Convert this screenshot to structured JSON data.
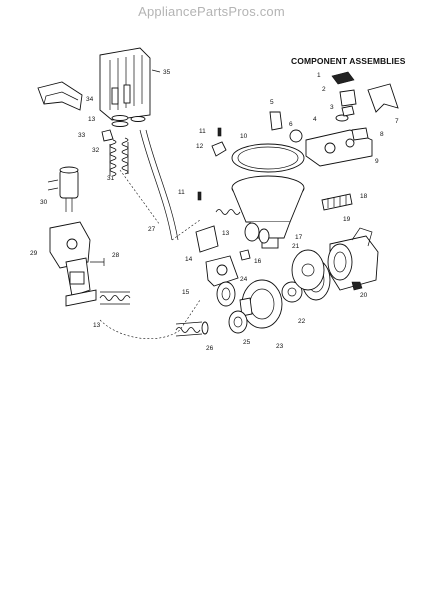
{
  "watermark": "AppliancePartsPros.com",
  "heading": "COMPONENT ASSEMBLIES",
  "callouts": {
    "c1": "1",
    "c2": "2",
    "c3": "3",
    "c4": "4",
    "c5": "5",
    "c6": "6",
    "c7": "7",
    "c8": "8",
    "c9": "9",
    "c10": "10",
    "c11a": "11",
    "c11b": "11",
    "c12": "12",
    "c13a": "13",
    "c13b": "13",
    "c13c": "13",
    "c14": "14",
    "c15": "15",
    "c16": "16",
    "c17": "17",
    "c18": "18",
    "c19": "19",
    "c20": "20",
    "c21": "21",
    "c22": "22",
    "c23": "23",
    "c24": "24",
    "c25": "25",
    "c26": "26",
    "c27": "27",
    "c28": "28",
    "c29": "29",
    "c30": "30",
    "c31": "31",
    "c32": "32",
    "c33": "33",
    "c34": "34",
    "c35": "35"
  }
}
